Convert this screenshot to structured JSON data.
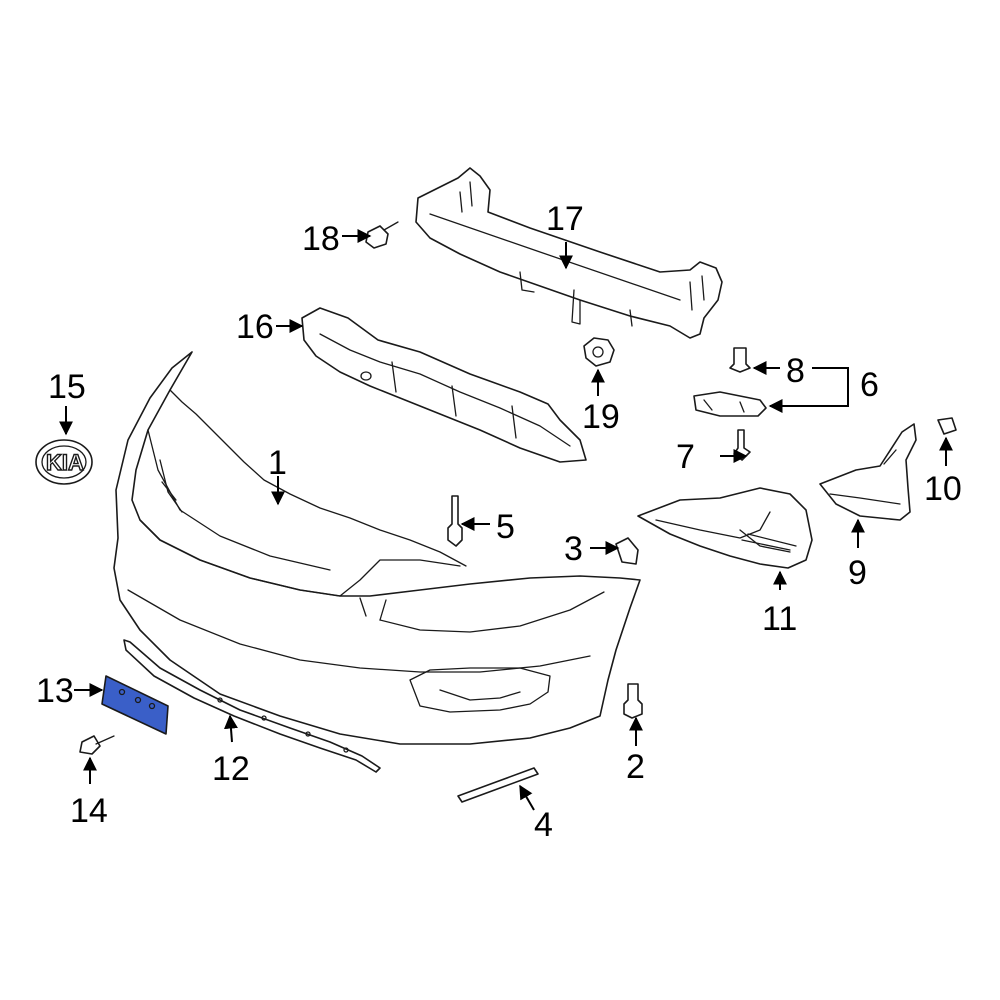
{
  "diagram": {
    "highlight_color": "#3a5fc8",
    "logo_text": "KIA",
    "callouts": [
      {
        "id": "1",
        "label": "1"
      },
      {
        "id": "2",
        "label": "2"
      },
      {
        "id": "3",
        "label": "3"
      },
      {
        "id": "4",
        "label": "4"
      },
      {
        "id": "5",
        "label": "5"
      },
      {
        "id": "6",
        "label": "6"
      },
      {
        "id": "7",
        "label": "7"
      },
      {
        "id": "8",
        "label": "8"
      },
      {
        "id": "9",
        "label": "9"
      },
      {
        "id": "10",
        "label": "10"
      },
      {
        "id": "11",
        "label": "11"
      },
      {
        "id": "12",
        "label": "12"
      },
      {
        "id": "13",
        "label": "13"
      },
      {
        "id": "14",
        "label": "14"
      },
      {
        "id": "15",
        "label": "15"
      },
      {
        "id": "16",
        "label": "16"
      },
      {
        "id": "17",
        "label": "17"
      },
      {
        "id": "18",
        "label": "18"
      },
      {
        "id": "19",
        "label": "19"
      }
    ]
  }
}
